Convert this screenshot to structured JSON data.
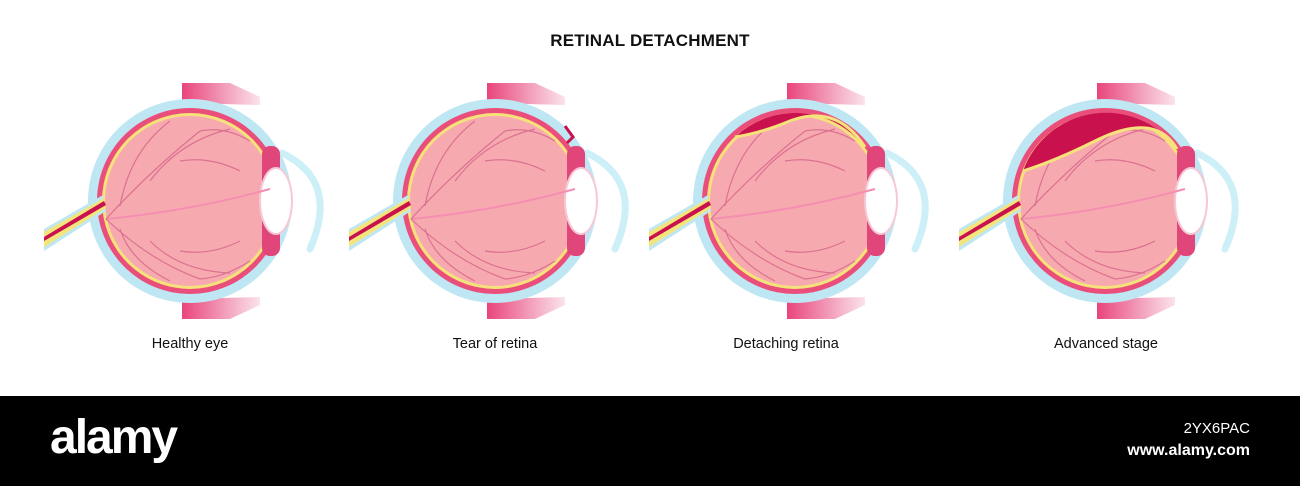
{
  "title": "RETINAL DETACHMENT",
  "stages": [
    {
      "label": "Healthy eye"
    },
    {
      "label": "Tear of retina"
    },
    {
      "label": "Detaching retina"
    },
    {
      "label": "Advanced stage"
    }
  ],
  "watermark": {
    "brand": "alamy",
    "image_id": "2YX6PAC",
    "site": "www.alamy.com"
  },
  "colors": {
    "sclera": "#bfe6f3",
    "choroid": "#ea4f7c",
    "retina_line": "#f5e27a",
    "vitreous": "#f7a9b0",
    "detached_space": "#c8114d",
    "optic_nerve_yellow": "#f3e57c"
  }
}
